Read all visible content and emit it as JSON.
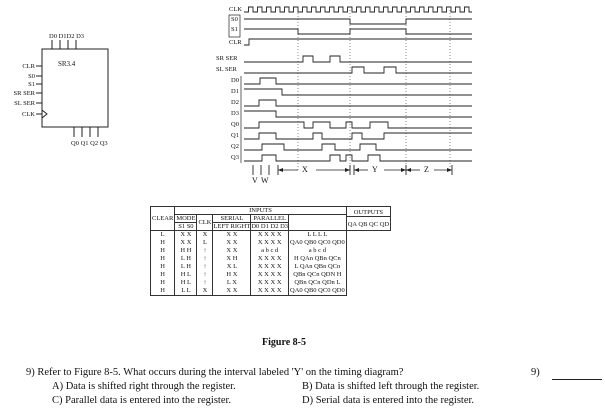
{
  "chip": {
    "name": "SR3.4",
    "data_inputs_label": "D0 D1D2 D3",
    "outputs_label": "Q0 Q1 Q2 Q3",
    "left_pins": [
      "CLR",
      "S0",
      "S1",
      "SR SER",
      "SL SER",
      "CLK"
    ]
  },
  "timing": {
    "signal_labels": [
      "CLK",
      "S0",
      "S1",
      "CLR",
      "SR SER",
      "SL SER",
      "D0",
      "D1",
      "D2",
      "D3",
      "Q0",
      "Q1",
      "Q2",
      "Q3"
    ],
    "markers": [
      "V",
      "W"
    ],
    "intervals": [
      "X",
      "Y",
      "Z"
    ]
  },
  "table": {
    "inputs_header": "INPUTS",
    "outputs_header": "OUTPUTS",
    "clear_header": "CLEAR",
    "mode_header": "MODE",
    "mode_sub": "S1   S0",
    "clk_header": "CLK",
    "serial_header": "SERIAL",
    "serial_sub": "LEFT RIGHT",
    "parallel_header": "PARALLEL",
    "parallel_sub": "D0 D1 D2 D3",
    "outputs_sub": "QA  QB  QC  QD",
    "rows": [
      {
        "clear": "L",
        "s1": "X",
        "s0": "X",
        "clk": "X",
        "left": "X",
        "right": "X",
        "parallel": "X X X X",
        "outputs": "L    L    L    L"
      },
      {
        "clear": "H",
        "s1": "X",
        "s0": "X",
        "clk": "L",
        "left": "X",
        "right": "X",
        "parallel": "X X X X",
        "outputs": "QA0  QB0  QC0  QD0"
      },
      {
        "clear": "H",
        "s1": "H",
        "s0": "H",
        "clk": "↑",
        "left": "X",
        "right": "X",
        "parallel": "a  b  c  d",
        "outputs": "a    b    c    d"
      },
      {
        "clear": "H",
        "s1": "L",
        "s0": "H",
        "clk": "↑",
        "left": "X",
        "right": "H",
        "parallel": "X X X X",
        "outputs": "H  QAn  QBn  QCn"
      },
      {
        "clear": "H",
        "s1": "L",
        "s0": "H",
        "clk": "↑",
        "left": "X",
        "right": "L",
        "parallel": "X X X X",
        "outputs": "L  QAn  QBn  QCn"
      },
      {
        "clear": "H",
        "s1": "H",
        "s0": "L",
        "clk": "↑",
        "left": "H",
        "right": "X",
        "parallel": "X X X X",
        "outputs": "QBn  QCn  QDN  H"
      },
      {
        "clear": "H",
        "s1": "H",
        "s0": "L",
        "clk": "↑",
        "left": "L",
        "right": "X",
        "parallel": "X X X X",
        "outputs": "QBn  QCn  QDn  L"
      },
      {
        "clear": "H",
        "s1": "L",
        "s0": "L",
        "clk": "X",
        "left": "X",
        "right": "X",
        "parallel": "X X X X",
        "outputs": "QA0  QB0  QC0  QD0"
      }
    ]
  },
  "figure_caption": "Figure 8-5",
  "question": {
    "text": "9) Refer to Figure 8-5. What occurs during the interval labeled 'Y' on the timing diagram?",
    "number": "9)",
    "options": {
      "A": "A) Data is shifted right through the register.",
      "B": "B) Data is shifted left through the register.",
      "C": "C) Parallel data is entered into the register.",
      "D": "D) Serial data is entered into the register."
    }
  }
}
